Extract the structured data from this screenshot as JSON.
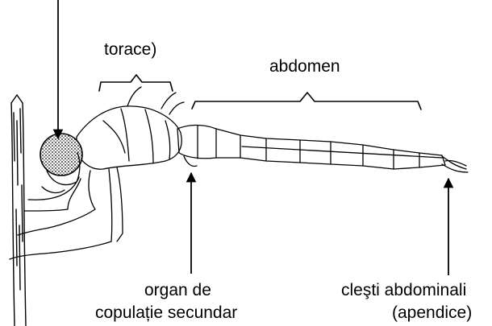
{
  "labels": {
    "thorax": "torace)",
    "abdomen": "abdomen",
    "organ_line1": "organ de",
    "organ_line2": "copulație secundar",
    "claspers_line1": "cleşti abdominali",
    "claspers_line2": "(apendice)"
  },
  "colors": {
    "ink": "#000000",
    "background": "#ffffff"
  }
}
